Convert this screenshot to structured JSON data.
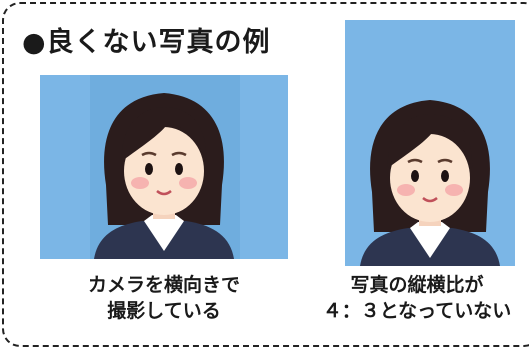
{
  "heading": "●良くない写真の例",
  "examples": [
    {
      "caption_line1": "カメラを横向きで",
      "caption_line2": "撮影している"
    },
    {
      "caption_line1": "写真の縦横比が",
      "caption_line2": "４：３となっていない"
    }
  ],
  "colors": {
    "photo_background": "#7bb6e6",
    "photo_background_shadow": "#6aa6d8",
    "hair": "#2b1c1c",
    "skin": "#fbe4d0",
    "suit": "#2d3550",
    "shirt": "#ffffff",
    "cheek": "#f6b3b0"
  },
  "icons": [
    "woman-portrait-illustration",
    "woman-portrait-illustration"
  ]
}
